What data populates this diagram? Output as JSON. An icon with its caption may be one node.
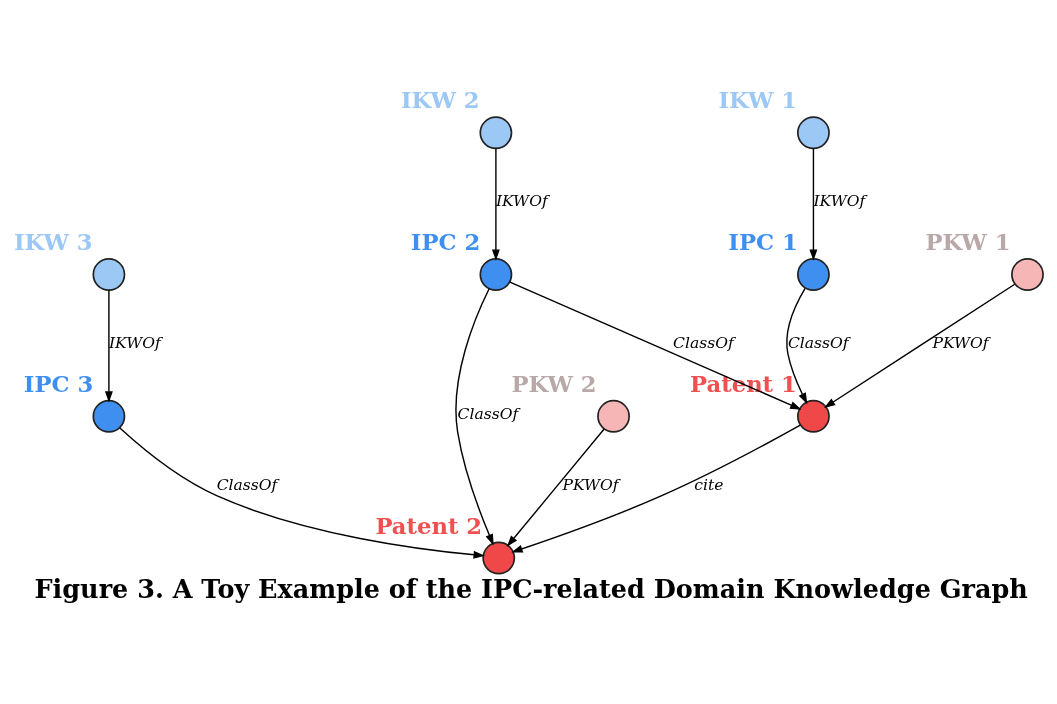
{
  "diagram": {
    "caption": "Figure 3. A Toy Example of the IPC-related Domain Knowledge Graph",
    "nodes": [
      {
        "text": [],
        "shape": "circle",
        "beside": [
          "IPC 1"
        ]
      },
      {
        "text": [],
        "shape": "circle",
        "beside": [
          "IKW 1"
        ]
      },
      {
        "text": [],
        "shape": "circle",
        "beside": [
          "Patent 1"
        ]
      },
      {
        "text": [],
        "shape": "circle",
        "beside": [
          "IPC 2"
        ]
      },
      {
        "text": [],
        "shape": "circle",
        "beside": [
          "PKW 1"
        ]
      },
      {
        "text": [],
        "shape": "circle",
        "beside": [
          "Patent 2"
        ]
      },
      {
        "text": [],
        "shape": "circle",
        "beside": [
          "IKW 2"
        ]
      },
      {
        "text": [],
        "shape": "circle",
        "beside": [
          "PKW 2"
        ]
      },
      {
        "text": [],
        "shape": "circle",
        "beside": [
          "IPC 3"
        ]
      },
      {
        "text": [],
        "shape": "circle",
        "beside": [
          "IKW 3"
        ]
      }
    ],
    "edges": [
      {
        "from": 1,
        "to": 0,
        "arrow": "to",
        "label": "IKWOf"
      },
      {
        "from": 0,
        "to": 2,
        "arrow": "to",
        "label": "ClassOf"
      },
      {
        "from": 3,
        "to": 2,
        "arrow": "to",
        "label": "ClassOf"
      },
      {
        "from": 4,
        "to": 2,
        "arrow": "to",
        "label": "PKWOf"
      },
      {
        "from": 2,
        "to": 5,
        "arrow": "to",
        "label": "cite"
      },
      {
        "from": 3,
        "to": 5,
        "arrow": "to",
        "label": "ClassOf"
      },
      {
        "from": 6,
        "to": 3,
        "arrow": "to",
        "label": "IKWOf"
      },
      {
        "from": 8,
        "to": 5,
        "arrow": "to",
        "label": "ClassOf"
      },
      {
        "from": 7,
        "to": 5,
        "arrow": "to",
        "label": "PKWOf"
      },
      {
        "from": 9,
        "to": 8,
        "arrow": "to",
        "label": "IKWOf"
      }
    ]
  }
}
